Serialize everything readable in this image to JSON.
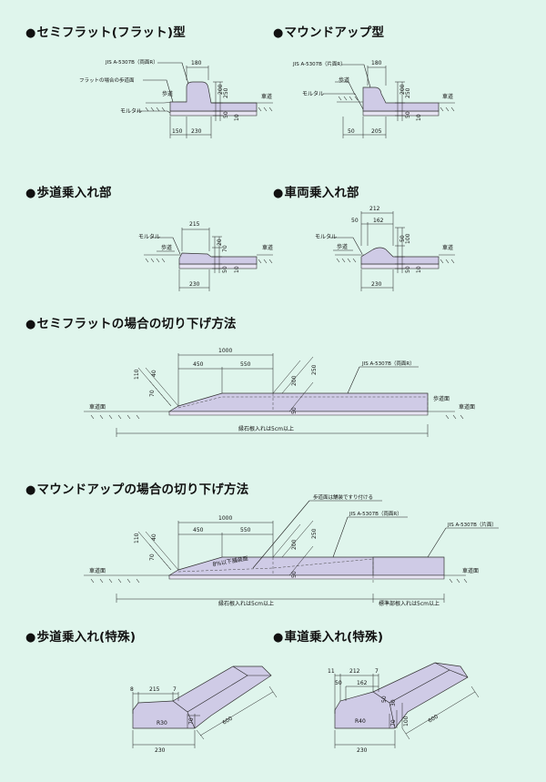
{
  "sections": {
    "s1": {
      "title": "セミフラット(フラット)型"
    },
    "s2": {
      "title": "マウンドアップ型"
    },
    "s3": {
      "title": "歩道乗入れ部"
    },
    "s4": {
      "title": "車両乗入れ部"
    },
    "s5": {
      "title": "セミフラットの場合の切り下げ方法"
    },
    "s6": {
      "title": "マウンドアップの場合の切り下げ方法"
    },
    "s7": {
      "title": "歩道乗入れ(特殊)"
    },
    "s8": {
      "title": "車道乗入れ(特殊)"
    }
  },
  "bullet": "●",
  "d1": {
    "jis": "JIS A-5307B（両面R）",
    "flat_note": "フラットの場合の歩道面",
    "sidewalk": "歩道",
    "mortar": "モルタル",
    "road": "車道",
    "w_top": "180",
    "h1": "200",
    "h2": "250",
    "h3": "50",
    "h4": "10",
    "b1": "150",
    "b2": "230"
  },
  "d2": {
    "jis": "JIS A-5307B（片面R）",
    "sidewalk": "歩道",
    "mortar": "モルタル",
    "road": "車道",
    "w_top": "180",
    "h1": "200",
    "h2": "250",
    "h3": "50",
    "h4": "10",
    "b1": "50",
    "b2": "205"
  },
  "d3": {
    "mortar": "モルタル",
    "sidewalk": "歩道",
    "road": "車道",
    "w_top": "215",
    "h1": "20",
    "h2": "70",
    "h3": "50",
    "h4": "10",
    "b1": "230"
  },
  "d4": {
    "mortar": "モルタル",
    "sidewalk": "歩道",
    "road": "車道",
    "w_all": "212",
    "w1": "50",
    "w2": "162",
    "h1": "50",
    "h2": "100",
    "h3": "50",
    "h4": "10",
    "b1": "230"
  },
  "d5": {
    "total": "1000",
    "a": "450",
    "b": "550",
    "v1": "110",
    "v2": "40",
    "v3": "70",
    "v4": "200",
    "v5": "250",
    "v6": "50",
    "jis": "JIS A-5307B（両面R）",
    "road_l": "車道面",
    "road_r": "車道面",
    "walk": "歩道面",
    "note": "縁石根入れは5cm以上"
  },
  "d6": {
    "total": "1000",
    "a": "450",
    "b": "550",
    "v1": "110",
    "v2": "40",
    "v3": "70",
    "v4": "200",
    "v5": "250",
    "v6": "50",
    "note_top": "歩道面は舗装ですり付ける",
    "jis1": "JIS A-5307B（両面R）",
    "jis2": "JIS A-5307B（片面）",
    "slope": "8%以下舗装面",
    "road_l": "車道面",
    "road_r": "車道面",
    "note1": "縁石根入れは5cm以上",
    "note2": "標準部根入れは5cm以上"
  },
  "d7": {
    "a": "8",
    "b": "215",
    "c": "7",
    "r": "R30",
    "h": "70",
    "len": "600",
    "w": "230"
  },
  "d8": {
    "a": "11",
    "b": "212",
    "c": "7",
    "d": "50",
    "e": "162",
    "f": "50",
    "r": "R40",
    "g": "30",
    "h": "70",
    "i": "100",
    "len": "600",
    "w": "230"
  }
}
